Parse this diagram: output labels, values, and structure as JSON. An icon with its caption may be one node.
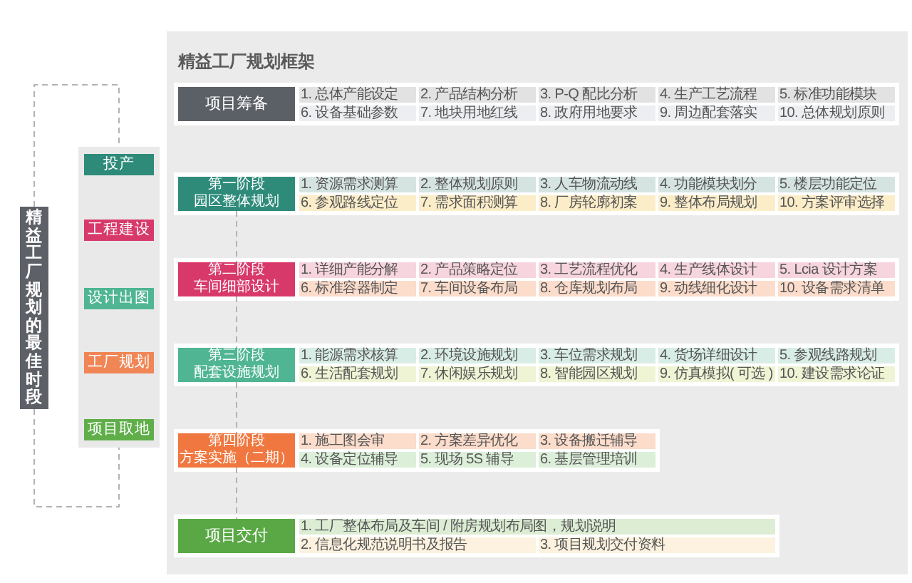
{
  "diagram": {
    "nodes": [
      {
        "text": [
          "精益工厂规划的最佳时段"
        ]
      },
      {
        "text": [],
        "shape": "box"
      },
      {
        "text": [
          "投产"
        ],
        "in": 1
      },
      {
        "text": [
          "工程建设"
        ],
        "in": 1
      },
      {
        "text": [
          "设计出图"
        ],
        "in": 1
      },
      {
        "text": [
          "工厂规划"
        ],
        "in": 1
      },
      {
        "text": [
          "项目取地"
        ],
        "in": 1
      },
      {
        "text": [
          "精益工厂规划框架"
        ]
      },
      {
        "text": [],
        "shape": "box",
        "in": 7
      },
      {
        "text": [
          "项目筹备"
        ],
        "in": 8
      },
      {
        "text": [
          "1. 总体产能设定"
        ],
        "in": 8
      },
      {
        "text": [
          "2. 产品结构分析"
        ],
        "in": 8
      },
      {
        "text": [
          "3. P-Q 配比分析"
        ],
        "in": 8
      },
      {
        "text": [
          "4. 生产工艺流程"
        ],
        "in": 8
      },
      {
        "text": [
          "5. 标准功能模块"
        ],
        "in": 8
      },
      {
        "text": [
          "6. 设备基础参数"
        ],
        "in": 8
      },
      {
        "text": [
          "7. 地块用地红线"
        ],
        "in": 8
      },
      {
        "text": [
          "8. 政府用地要求"
        ],
        "in": 8
      },
      {
        "text": [
          "9. 周边配套落实"
        ],
        "in": 8
      },
      {
        "text": [
          "10. 总体规划原则"
        ],
        "in": 8
      },
      {
        "text": [],
        "shape": "box",
        "in": 7
      },
      {
        "text": [
          "第一阶段",
          "园区整体规划"
        ],
        "in": 20
      },
      {
        "text": [
          "1. 资源需求测算"
        ],
        "in": 20
      },
      {
        "text": [
          "2. 整体规划原则"
        ],
        "in": 20
      },
      {
        "text": [
          "3. 人车物流动线"
        ],
        "in": 20
      },
      {
        "text": [
          "4. 功能模块划分"
        ],
        "in": 20
      },
      {
        "text": [
          "5. 楼层功能定位"
        ],
        "in": 20
      },
      {
        "text": [
          "6. 参观路线定位"
        ],
        "in": 20
      },
      {
        "text": [
          "7. 需求面积测算"
        ],
        "in": 20
      },
      {
        "text": [
          "8. 厂房轮廓初案"
        ],
        "in": 20
      },
      {
        "text": [
          "9. 整体布局规划"
        ],
        "in": 20
      },
      {
        "text": [
          "10. 方案评审选择"
        ],
        "in": 20
      },
      {
        "text": [],
        "shape": "box",
        "in": 7
      },
      {
        "text": [
          "第二阶段",
          "车间细部设计"
        ],
        "in": 32
      },
      {
        "text": [
          "1. 详细产能分解"
        ],
        "in": 32
      },
      {
        "text": [
          "2. 产品策略定位"
        ],
        "in": 32
      },
      {
        "text": [
          "3. 工艺流程优化"
        ],
        "in": 32
      },
      {
        "text": [
          "4. 生产线体设计"
        ],
        "in": 32
      },
      {
        "text": [
          "5. Lcia 设计方案"
        ],
        "in": 32
      },
      {
        "text": [
          "6. 标准容器制定"
        ],
        "in": 32
      },
      {
        "text": [
          "7. 车间设备布局"
        ],
        "in": 32
      },
      {
        "text": [
          "8. 仓库规划布局"
        ],
        "in": 32
      },
      {
        "text": [
          "9. 动线细化设计"
        ],
        "in": 32
      },
      {
        "text": [
          "10. 设备需求清单"
        ],
        "in": 32
      },
      {
        "text": [],
        "shape": "box",
        "in": 7
      },
      {
        "text": [
          "第三阶段",
          "配套设施规划"
        ],
        "in": 44
      },
      {
        "text": [
          "1. 能源需求核算"
        ],
        "in": 44
      },
      {
        "text": [
          "2. 环境设施规划"
        ],
        "in": 44
      },
      {
        "text": [
          "3. 车位需求规划"
        ],
        "in": 44
      },
      {
        "text": [
          "4. 货场详细设计"
        ],
        "in": 44
      },
      {
        "text": [
          "5. 参观线路规划"
        ],
        "in": 44
      },
      {
        "text": [
          "6. 生活配套规划"
        ],
        "in": 44
      },
      {
        "text": [
          "7. 休闲娱乐规划"
        ],
        "in": 44
      },
      {
        "text": [
          "8. 智能园区规划"
        ],
        "in": 44
      },
      {
        "text": [
          "9. 仿真模拟( 可选 )"
        ],
        "in": 44
      },
      {
        "text": [
          "10. 建设需求论证"
        ],
        "in": 44
      },
      {
        "text": [],
        "shape": "box",
        "in": 7
      },
      {
        "text": [
          "第四阶段",
          "方案实施（二期）"
        ],
        "in": 56
      },
      {
        "text": [
          "1. 施工图会审"
        ],
        "in": 56
      },
      {
        "text": [
          "2. 方案差异优化"
        ],
        "in": 56
      },
      {
        "text": [
          "3. 设备搬迁辅导"
        ],
        "in": 56
      },
      {
        "text": [
          "4. 设备定位辅导"
        ],
        "in": 56
      },
      {
        "text": [
          "5. 现场 5S 辅导"
        ],
        "in": 56
      },
      {
        "text": [
          "6. 基层管理培训"
        ],
        "in": 56
      },
      {
        "text": [],
        "shape": "box",
        "in": 7
      },
      {
        "text": [
          "项目交付"
        ],
        "in": 64
      },
      {
        "text": [
          "1. 工厂整体布局及车间 / 附房规划布局图，规划说明"
        ],
        "in": 64
      },
      {
        "text": [
          "2. 信息化规范说明书及报告"
        ],
        "in": 64
      },
      {
        "text": [
          "3. 项目规划交付资料"
        ],
        "in": 64
      }
    ],
    "edges": [
      {
        "from": 21,
        "to": 33,
        "arrow": "none",
        "style": "dashed"
      },
      {
        "from": 33,
        "to": 45,
        "arrow": "none",
        "style": "dashed"
      },
      {
        "from": 45,
        "to": 57,
        "arrow": "none",
        "style": "dashed"
      },
      {
        "from": 57,
        "to": 65,
        "arrow": "none",
        "style": "dashed"
      },
      {
        "from": 0,
        "to": 1,
        "arrow": "none",
        "style": "dashed"
      },
      {
        "from": 0,
        "to": 1,
        "arrow": "none",
        "style": "dashed"
      }
    ]
  }
}
